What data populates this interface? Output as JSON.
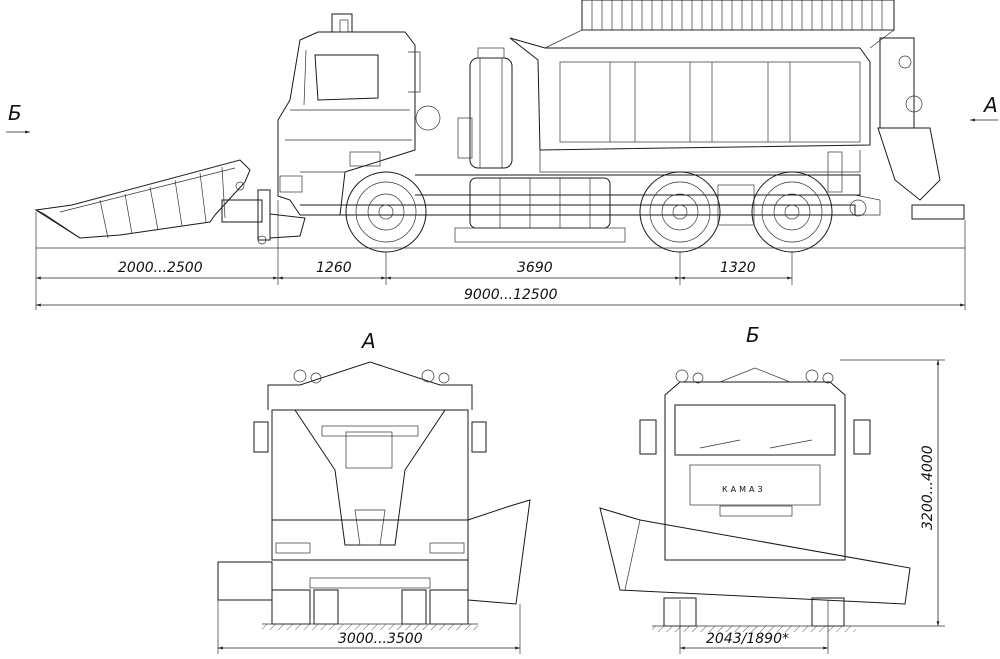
{
  "side_view": {
    "view_mark_left": "Б",
    "view_mark_right": "А",
    "dims": {
      "plow_overhang": "2000...2500",
      "front_overhang": "1260",
      "wheelbase_1": "3690",
      "wheelbase_2": "1320",
      "overall_length": "9000...12500"
    }
  },
  "rear_view": {
    "label": "А",
    "dim_width": "3000...3500"
  },
  "front_view": {
    "label": "Б",
    "brand": "КАМАЗ",
    "dim_width": "2043/1890*",
    "dim_height": "3200...4000"
  }
}
